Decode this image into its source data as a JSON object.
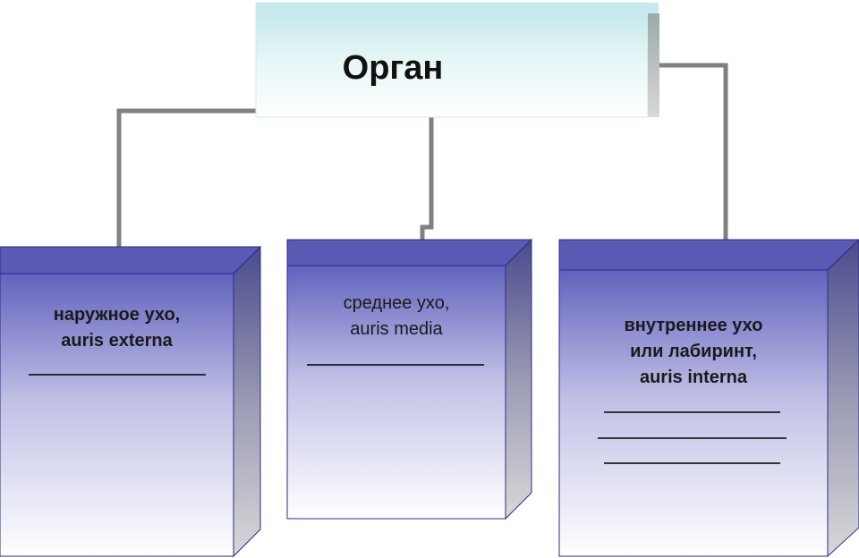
{
  "root": {
    "label": "Орган"
  },
  "boxes": [
    {
      "text": "наружное ухо,\nauris externa",
      "bold": true,
      "blank_lines": 1
    },
    {
      "text": "среднее ухо,\nauris media",
      "bold": false,
      "blank_lines": 1
    },
    {
      "text": "внутреннее ухо\nили лабиринт,\nauris interna",
      "bold": true,
      "blank_lines": 3
    }
  ],
  "colors": {
    "box_top": "#5a5ab4",
    "box_gradient_top": "#6a6ac4",
    "box_gradient_bottom": "#ffffff",
    "title_gradient_top": "#c6eaec",
    "title_gradient_bottom": "#ffffff",
    "connector": "#808080"
  }
}
